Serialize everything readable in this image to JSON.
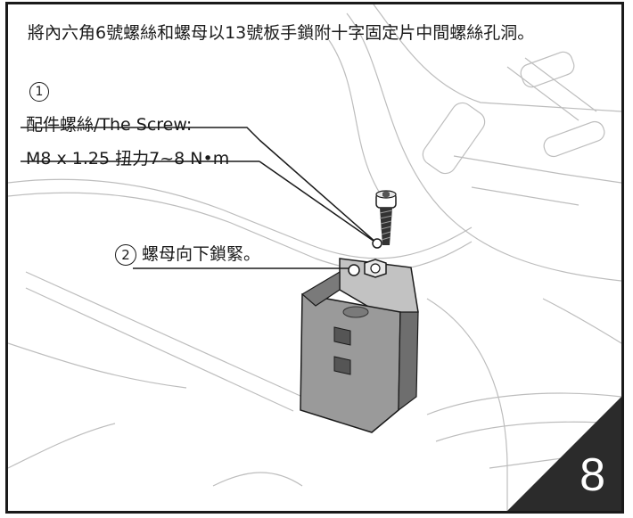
{
  "instruction": "將內六角6號螺絲和螺母以13號板手鎖附十字固定片中間螺絲孔洞。",
  "step1": {
    "marker": "1",
    "label": "配件螺絲/The Screw:",
    "spec": "M8 x 1.25 扭力7~8 N•m"
  },
  "step2": {
    "marker": "2",
    "label": "螺母向下鎖緊。"
  },
  "step_number": "8",
  "colors": {
    "line": "#1a1a1a",
    "bracket": "#9a9a9a",
    "bracket_dark": "#6e6e6e",
    "badge": "#2b2b2b"
  }
}
